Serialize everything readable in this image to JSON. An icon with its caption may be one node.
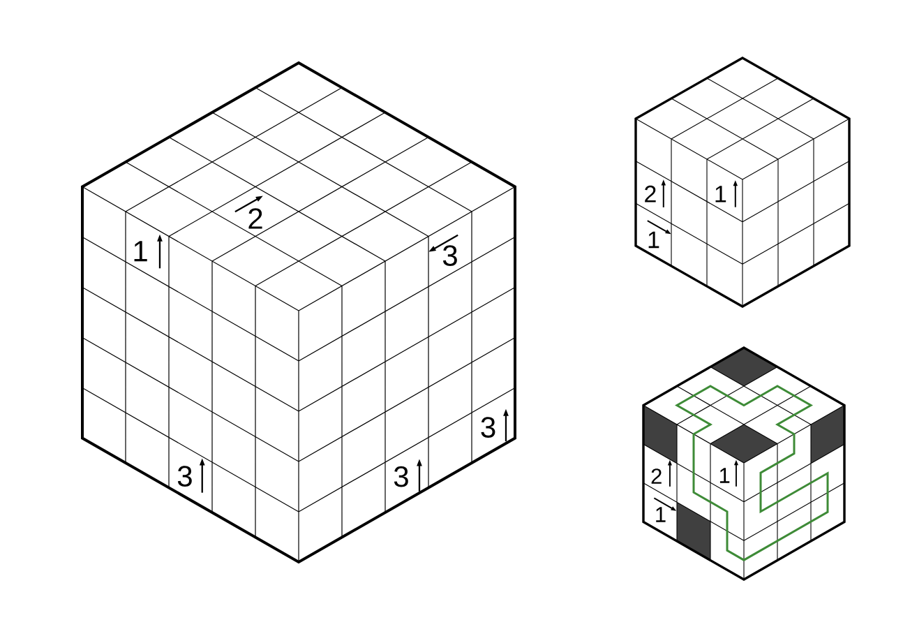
{
  "diagram": {
    "labels": [
      "2",
      "1",
      "3",
      "3",
      "3",
      "3",
      "2",
      "1",
      "1",
      "2",
      "1",
      "1"
    ]
  }
}
